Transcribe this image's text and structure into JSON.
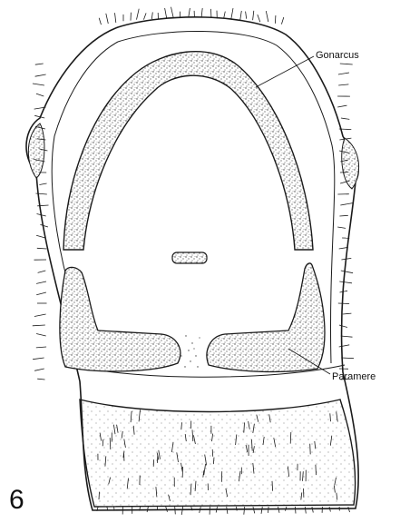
{
  "figure": {
    "number": "6",
    "labels": {
      "gonarcus": "Gonarcus",
      "paramere": "Paramere"
    }
  },
  "colors": {
    "ink": "#1a1a1a",
    "paper": "#ffffff",
    "stipple": "#555555"
  }
}
